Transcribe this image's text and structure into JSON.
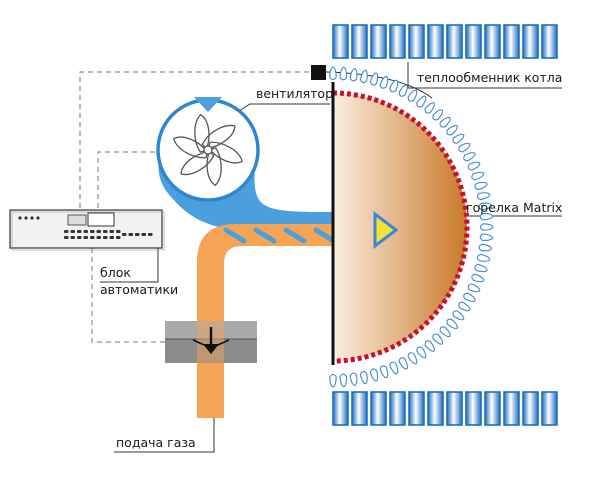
{
  "labels": {
    "heat_exchanger": "теплообменник котла",
    "fan": "вентилятор",
    "burner": "горелка Matrix",
    "control_unit_line1": "блок",
    "control_unit_line2": "автоматики",
    "gas_supply": "подача газа"
  },
  "colors": {
    "exchanger_fill": "#2f8fd8",
    "exchanger_highlight": "#ffffff",
    "fan_duct": "#4a9fdc",
    "gas_pipe": "#f5a355",
    "gas_pipe_stripe": "#4a9fdc",
    "burner_gradient_start": "#fbeee0",
    "burner_gradient_end": "#c8792a",
    "burner_rim": "#c8102e",
    "flame": "#3b87d6",
    "dashed_wire": "#777777",
    "valve_body": "#8c8c8c",
    "indicator_triangle": "#f4e23a"
  },
  "icons": {
    "fan": "fan-icon",
    "gas_valve": "gas-valve-icon",
    "sensor": "sensor-icon",
    "control_unit": "control-unit-icon"
  }
}
